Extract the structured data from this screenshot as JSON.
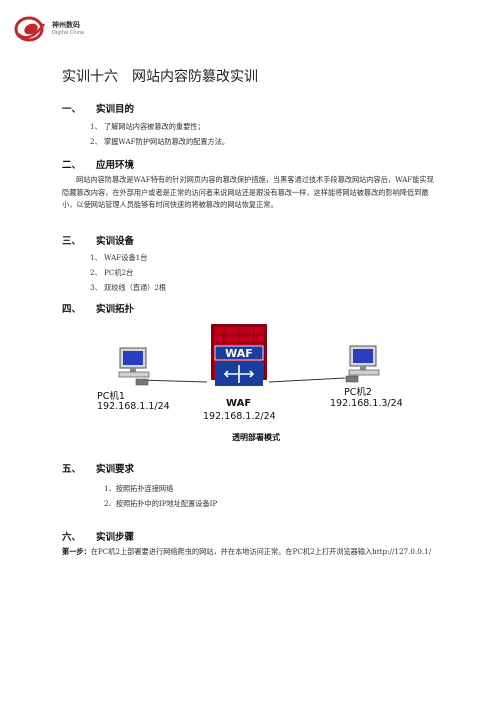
{
  "logo": {
    "name_cn": "神州数码",
    "name_en": "Digital China"
  },
  "title": "实训十六　网站内容防篡改实训",
  "sections": {
    "s1": {
      "num": "一、",
      "title": "实训目的",
      "items": [
        "1、 了解网站内容被篡改的重要性；",
        "2、 掌握WAF防护网站防篡改的配置方法。"
      ]
    },
    "s2": {
      "num": "二、",
      "title": "应用环境",
      "paragraph": "网站内容防篡改是WAF特有的针对网页内容的篡改保护措施，当黑客通过技术手段篡改网站内容后，WAF能实现隐藏篡改内容，在外部用户或者是正常的访问者来说网站还是跟没有篡改一样，这样能将网站被篡改的影响降低到最小，以使网站管理人员能够有时间快速的将被篡改的网站恢复正常。"
    },
    "s3": {
      "num": "三、",
      "title": "实训设备",
      "items": [
        "1、 WAF设备1台",
        "2、 PC机2台",
        "3、 双绞线（直通）2根"
      ]
    },
    "s4": {
      "num": "四、",
      "title": "实训拓扑"
    },
    "s5": {
      "num": "五、",
      "title": "实训要求",
      "items": [
        "1、按照拓扑连接网络",
        "2、按照拓扑中的IP地址配置设备IP"
      ]
    },
    "s6": {
      "num": "六、",
      "title": "实训步骤"
    }
  },
  "topology": {
    "pc1_name": "PC机1",
    "pc1_ip": "192.168.1.1/24",
    "waf_badge": "WAF",
    "waf_name": "WAF",
    "waf_ip": "192.168.1.2/24",
    "pc2_name": "PC机2",
    "pc2_ip": "192.168.1.3/24",
    "mode": "透明部署模式"
  },
  "step1": {
    "label": "第一步：",
    "text": "在PC机2上部署要进行网络爬虫的网站，并在本地访问正常。在PC机2上打开浏览器输入http://127.0.0.1/"
  },
  "colors": {
    "brand_red": "#c0282d",
    "waf_red": "#c0001a",
    "waf_blue": "#1a3ea0",
    "pc_blue": "#2a3fbf"
  }
}
